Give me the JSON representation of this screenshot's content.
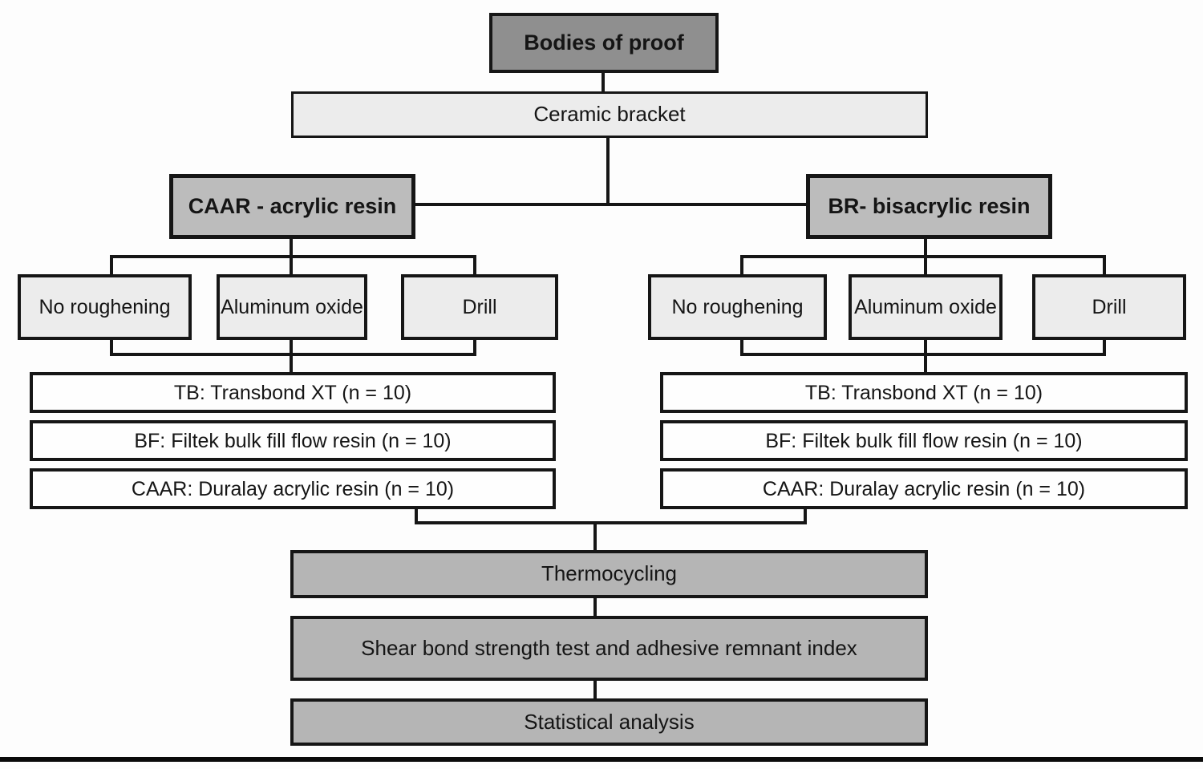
{
  "diagram": {
    "root_label": "Bodies of proof",
    "material_label": "Ceramic bracket",
    "branches": [
      {
        "label": "CAAR - acrylic resin",
        "treatments": [
          "No roughening",
          "Aluminum oxide",
          "Drill"
        ],
        "groups": [
          "TB: Transbond XT (n = 10)",
          "BF: Filtek bulk fill flow resin (n = 10)",
          "CAAR: Duralay acrylic resin (n = 10)"
        ]
      },
      {
        "label": "BR- bisacrylic resin",
        "treatments": [
          "No roughening",
          "Aluminum oxide",
          "Drill"
        ],
        "groups": [
          "TB: Transbond XT (n = 10)",
          "BF: Filtek bulk fill flow resin (n = 10)",
          "CAAR: Duralay acrylic resin (n = 10)"
        ]
      }
    ],
    "steps": [
      "Thermocycling",
      "Shear bond strength test and adhesive remnant index",
      "Statistical analysis"
    ]
  },
  "colors": {
    "root_fill": "#8f8f8f",
    "branch_fill": "#bcbcbc",
    "light_fill": "#ececec",
    "white_fill": "#fefefe",
    "step_fill": "#b5b5b5",
    "line": "#161616"
  }
}
